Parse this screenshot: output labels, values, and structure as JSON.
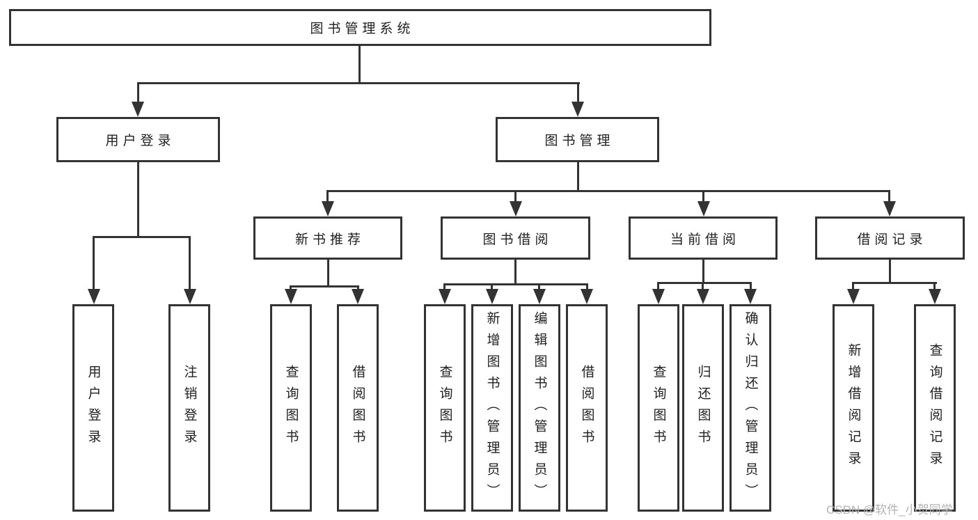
{
  "tree": {
    "label": "图书管理系统",
    "children": [
      {
        "label": "用户登录",
        "children": [
          {
            "label": "用户登录"
          },
          {
            "label": "注销登录"
          }
        ]
      },
      {
        "label": "图书管理",
        "children": [
          {
            "label": "新书推荐",
            "children": [
              {
                "label": "查询图书"
              },
              {
                "label": "借阅图书"
              }
            ]
          },
          {
            "label": "图书借阅",
            "children": [
              {
                "label": "查询图书"
              },
              {
                "label": "新增图书（管理员）"
              },
              {
                "label": "编辑图书（管理员）"
              },
              {
                "label": "借阅图书"
              }
            ]
          },
          {
            "label": "当前借阅",
            "children": [
              {
                "label": "查询图书"
              },
              {
                "label": "归还图书"
              },
              {
                "label": "确认归还（管理员）"
              }
            ]
          },
          {
            "label": "借阅记录",
            "children": [
              {
                "label": "新增借阅记录"
              },
              {
                "label": "查询借阅记录"
              }
            ]
          }
        ]
      }
    ]
  },
  "watermark": "CSDN @软件_小贺同学",
  "colors": {
    "line": "#333333",
    "text": "#1f1f1f",
    "background": "#ffffff",
    "watermark": "#b3b3b3"
  }
}
